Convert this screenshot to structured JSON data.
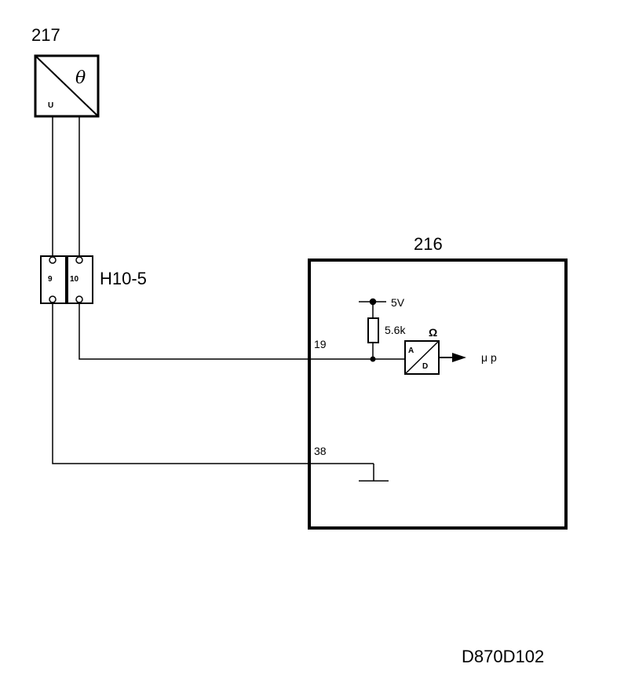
{
  "sensor": {
    "id": "217",
    "top_symbol": "θ",
    "bottom_symbol": "U"
  },
  "connector": {
    "name": "H10-5",
    "pins": [
      "9",
      "10"
    ]
  },
  "ecu": {
    "id": "216",
    "pin_signal": "19",
    "pin_ground": "38",
    "supply": "5V",
    "resistor": "5.6k",
    "adc_input": "A",
    "adc_output": "D",
    "adc_unit": "Ω",
    "output_label": "μ p"
  },
  "drawing_ref": "D870D102"
}
